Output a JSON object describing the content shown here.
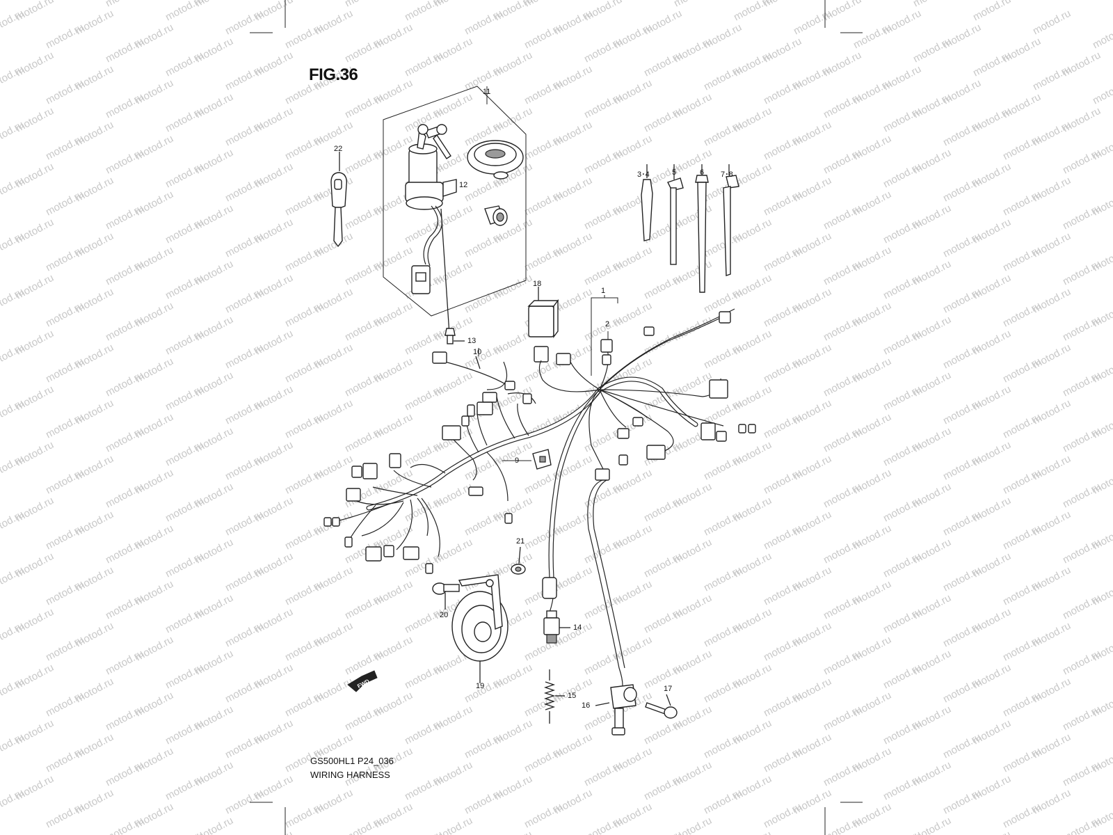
{
  "figure": {
    "title": "FIG.36",
    "model_code": "GS500HL1 P24_036",
    "section_name": "WIRING HARNESS",
    "watermark": "motod.ru",
    "fwd_label": "FWD"
  },
  "callouts": [
    {
      "id": "c11",
      "label": "11"
    },
    {
      "id": "c22",
      "label": "22"
    },
    {
      "id": "c12",
      "label": "12"
    },
    {
      "id": "c34",
      "label": "3･4"
    },
    {
      "id": "c5",
      "label": "5"
    },
    {
      "id": "c6",
      "label": "6"
    },
    {
      "id": "c78",
      "label": "7･8"
    },
    {
      "id": "c18",
      "label": "18"
    },
    {
      "id": "c1",
      "label": "1"
    },
    {
      "id": "c2",
      "label": "2"
    },
    {
      "id": "c13",
      "label": "13"
    },
    {
      "id": "c10",
      "label": "10"
    },
    {
      "id": "c9",
      "label": "9"
    },
    {
      "id": "c21",
      "label": "21"
    },
    {
      "id": "c20",
      "label": "20"
    },
    {
      "id": "c14",
      "label": "14"
    },
    {
      "id": "c19",
      "label": "19"
    },
    {
      "id": "c15",
      "label": "15"
    },
    {
      "id": "c16",
      "label": "16"
    },
    {
      "id": "c17",
      "label": "17"
    }
  ],
  "colors": {
    "line": "#222222",
    "watermark": "#c8c8c8",
    "background": "#ffffff"
  }
}
